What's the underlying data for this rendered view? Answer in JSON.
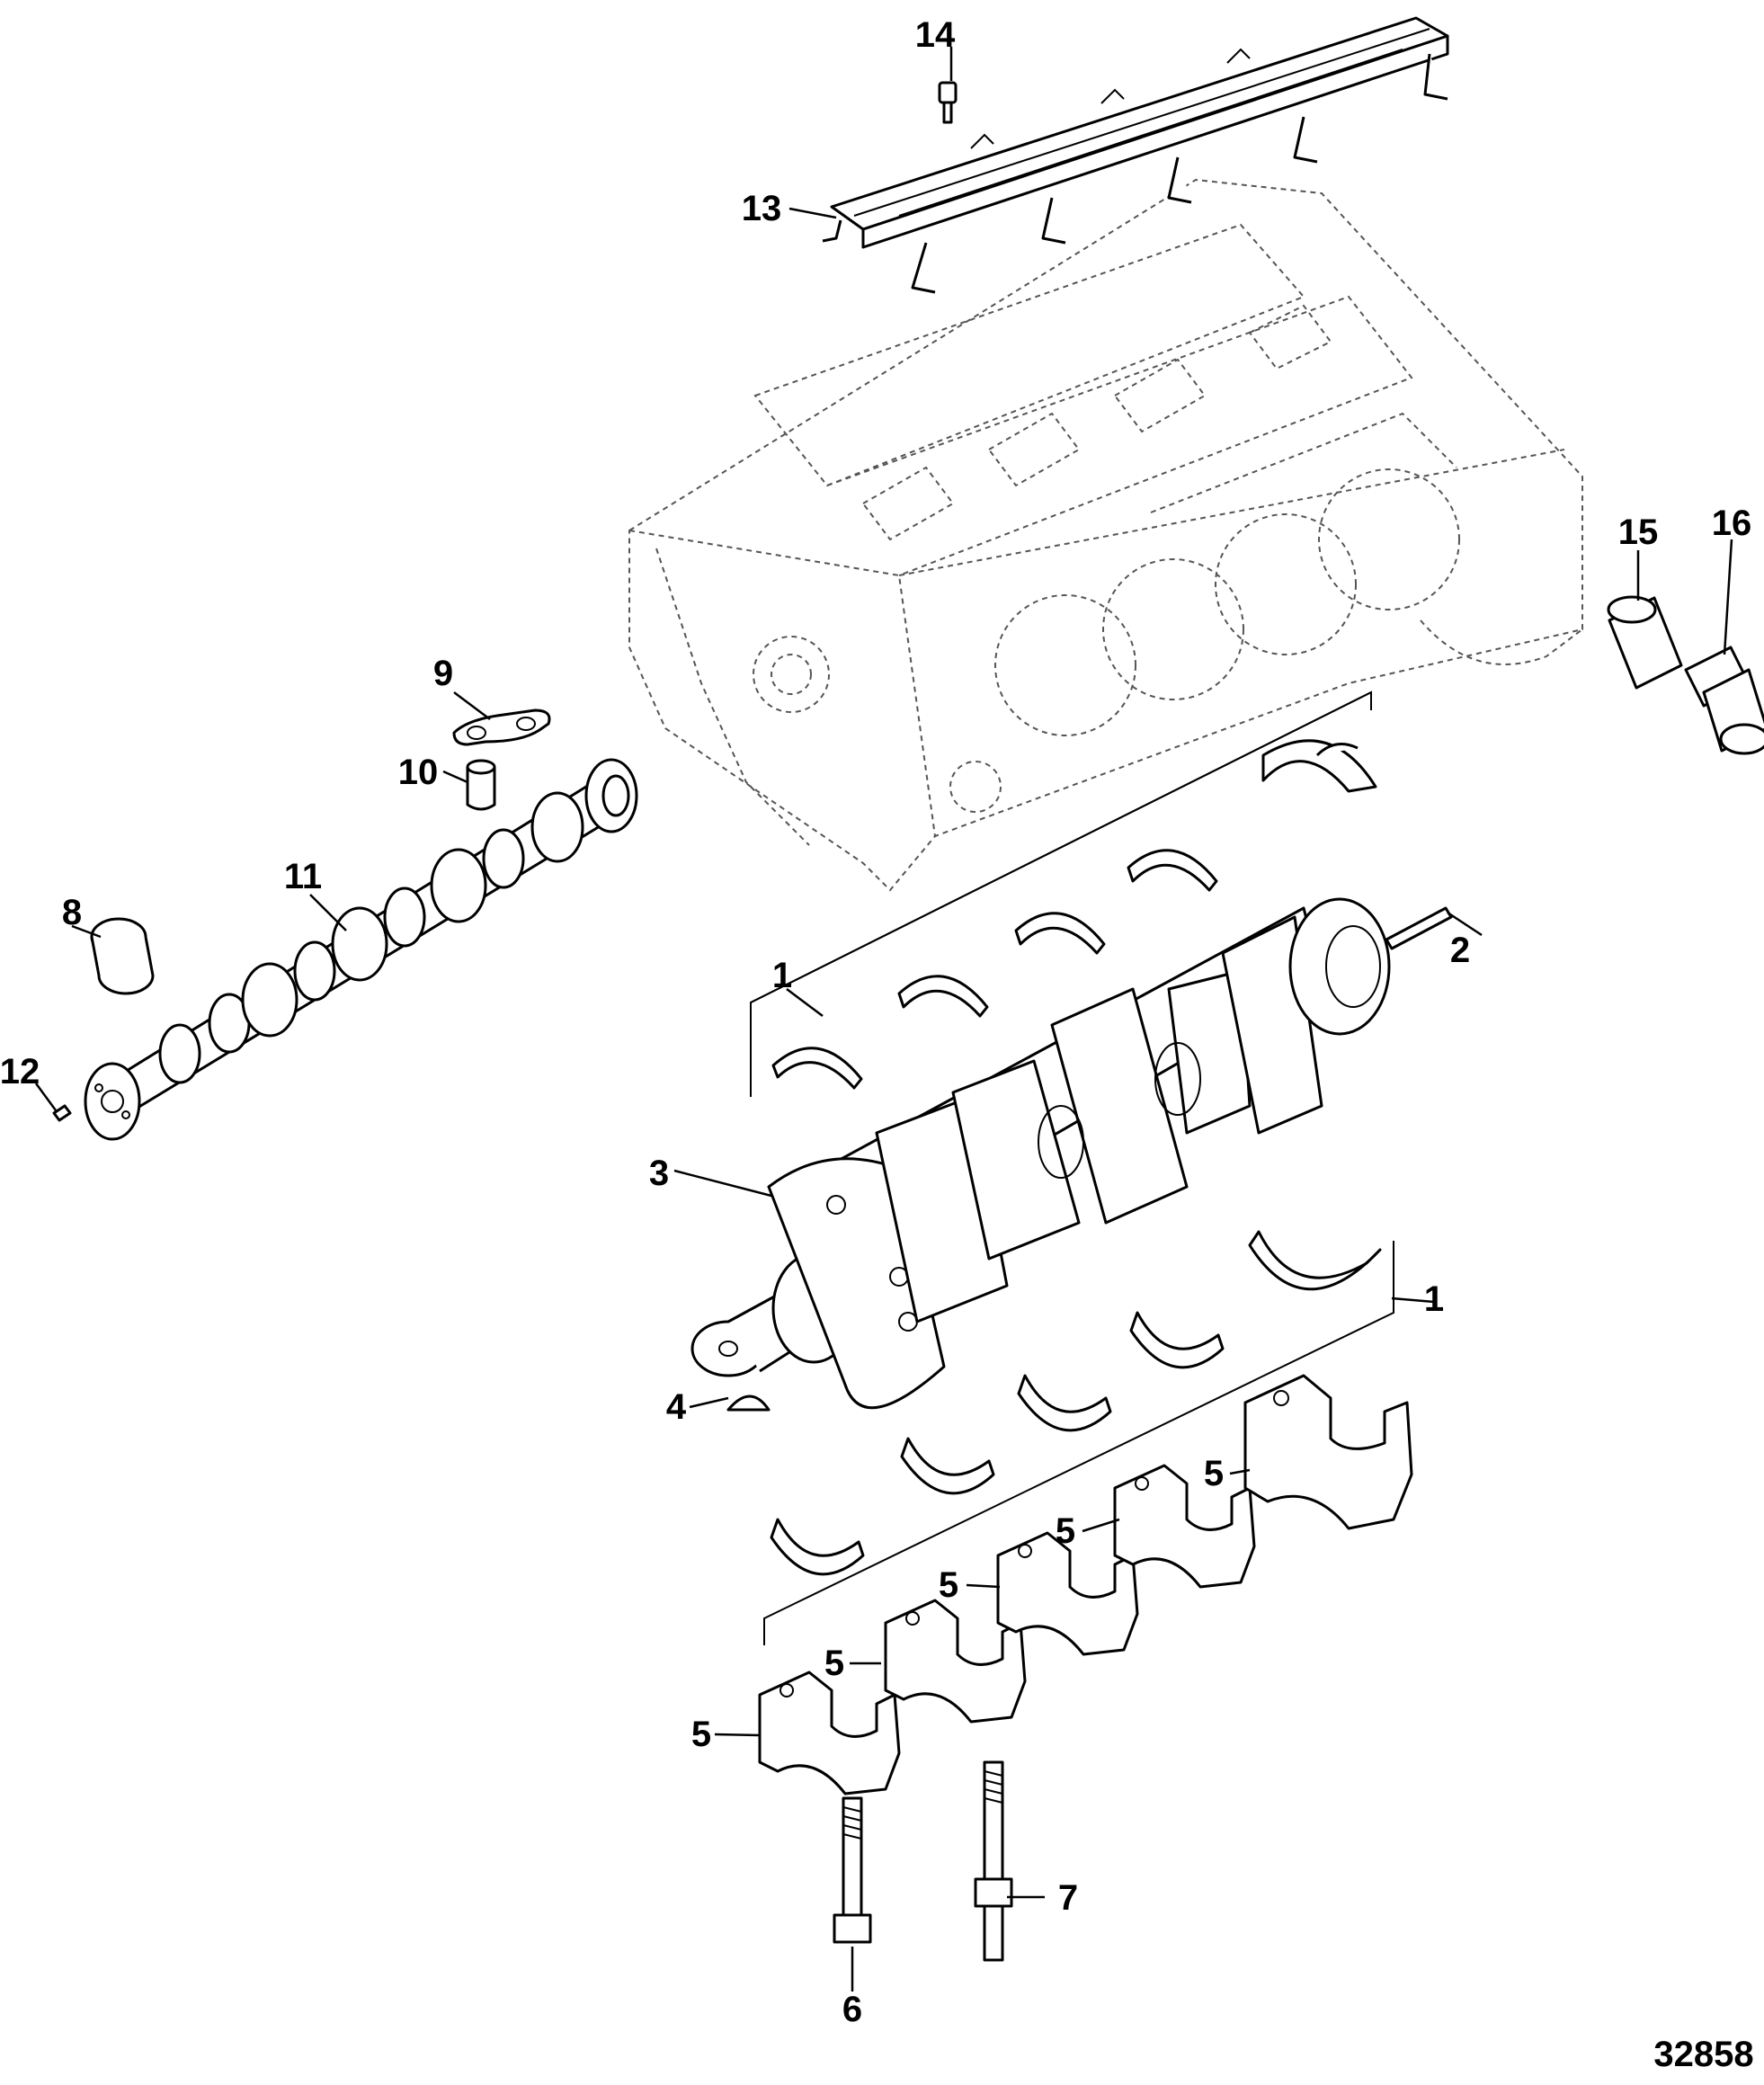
{
  "diagram": {
    "figure_number": "32858",
    "callouts": [
      {
        "id": "c14",
        "label": "14"
      },
      {
        "id": "c13",
        "label": "13"
      },
      {
        "id": "c15",
        "label": "15"
      },
      {
        "id": "c16",
        "label": "16"
      },
      {
        "id": "c9",
        "label": "9"
      },
      {
        "id": "c10",
        "label": "10"
      },
      {
        "id": "c11",
        "label": "11"
      },
      {
        "id": "c8",
        "label": "8"
      },
      {
        "id": "c12",
        "label": "12"
      },
      {
        "id": "c1a",
        "label": "1"
      },
      {
        "id": "c2",
        "label": "2"
      },
      {
        "id": "c3",
        "label": "3"
      },
      {
        "id": "c1b",
        "label": "1"
      },
      {
        "id": "c4",
        "label": "4"
      },
      {
        "id": "c5a",
        "label": "5"
      },
      {
        "id": "c5b",
        "label": "5"
      },
      {
        "id": "c5c",
        "label": "5"
      },
      {
        "id": "c5d",
        "label": "5"
      },
      {
        "id": "c5e",
        "label": "5"
      },
      {
        "id": "c7",
        "label": "7"
      },
      {
        "id": "c6",
        "label": "6"
      }
    ]
  }
}
